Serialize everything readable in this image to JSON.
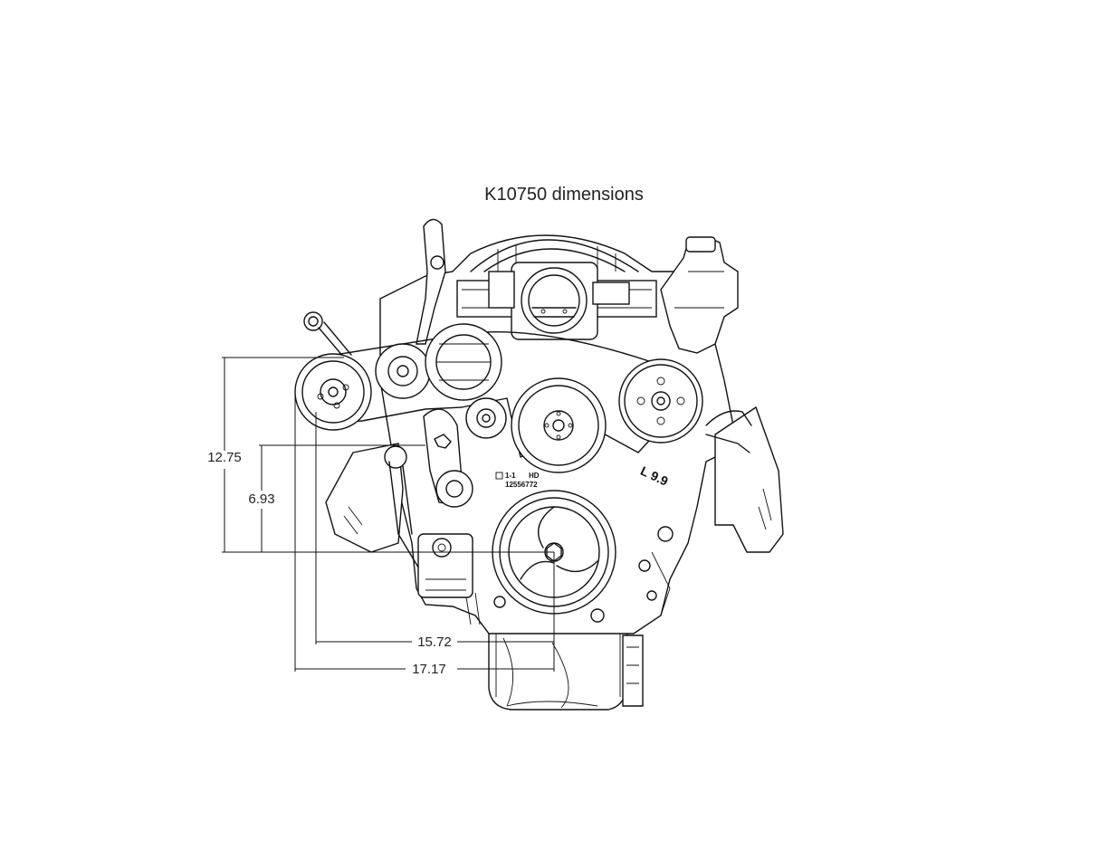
{
  "diagram": {
    "title": "K10750 dimensions",
    "dimensions": {
      "vertical_outer": "12.75",
      "vertical_inner": "6.93",
      "horizontal_inner": "15.72",
      "horizontal_outer": "17.17"
    },
    "part_labels": {
      "cover_mark": "1-1",
      "cover_mark_suffix": "HD",
      "part_number": "12556772",
      "displacement": "L 9.9"
    }
  }
}
